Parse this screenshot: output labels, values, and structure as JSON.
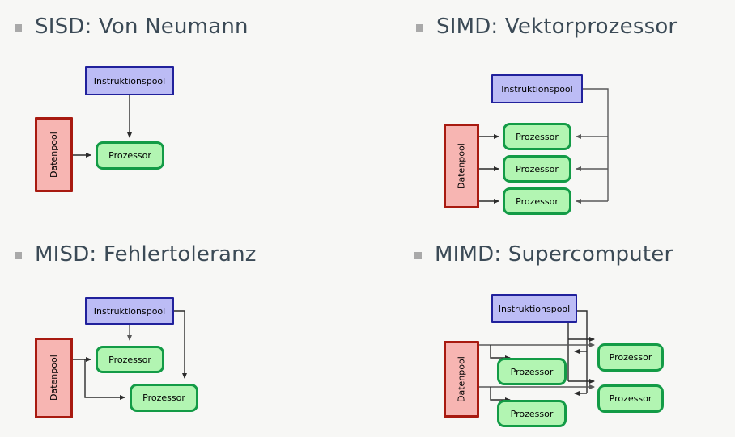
{
  "slide": {
    "background_color": "#f7f7f5",
    "bullet_color": "#a9a9a9",
    "heading_color": "#3b4a56",
    "palette": {
      "instruction_fill": "#bcbcf5",
      "instruction_border": "#21219c",
      "data_fill": "#f7b5b2",
      "data_border": "#a81a10",
      "processor_fill": "#b2f5b2",
      "processor_border": "#139b46"
    }
  },
  "quadrants": [
    {
      "id": "sisd",
      "heading": "SISD: Von Neumann",
      "instruction_pool_label": "Instruktionspool",
      "data_pool_label": "Datenpool",
      "processors": [
        {
          "label": "Prozessor"
        }
      ]
    },
    {
      "id": "simd",
      "heading": "SIMD: Vektorprozessor",
      "instruction_pool_label": "Instruktionspool",
      "data_pool_label": "Datenpool",
      "processors": [
        {
          "label": "Prozessor"
        },
        {
          "label": "Prozessor"
        },
        {
          "label": "Prozessor"
        }
      ]
    },
    {
      "id": "misd",
      "heading": "MISD: Fehlertoleranz",
      "instruction_pool_label": "Instruktionspool",
      "data_pool_label": "Datenpool",
      "processors": [
        {
          "label": "Prozessor"
        },
        {
          "label": "Prozessor"
        }
      ]
    },
    {
      "id": "mimd",
      "heading": "MIMD: Supercomputer",
      "instruction_pool_label": "Instruktionspool",
      "data_pool_label": "Datenpool",
      "processors": [
        {
          "label": "Prozessor"
        },
        {
          "label": "Prozessor"
        },
        {
          "label": "Prozessor"
        },
        {
          "label": "Prozessor"
        }
      ]
    }
  ]
}
